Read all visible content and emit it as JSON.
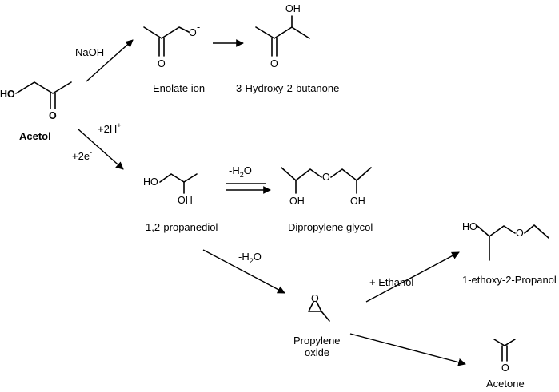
{
  "compounds": {
    "acetol": {
      "name": "Acetol",
      "ho": "HO",
      "o": "O"
    },
    "enolate": {
      "name": "Enolate ion",
      "o": "O",
      "o_minus": "O",
      "charge": "-"
    },
    "hydroxybutanone": {
      "name": "3-Hydroxy-2-butanone",
      "oh": "OH",
      "o": "O"
    },
    "propanediol": {
      "name": "1,2-propanediol",
      "ho": "HO",
      "oh": "OH"
    },
    "dipropylene": {
      "name": "Dipropylene glycol",
      "oh1": "OH",
      "o": "O",
      "oh2": "OH"
    },
    "propylene_oxide": {
      "name_line1": "Propylene",
      "name_line2": "oxide",
      "o": "O"
    },
    "ethoxypropanol": {
      "name": "1-ethoxy-2-Propanol",
      "ho": "HO",
      "o": "O"
    },
    "acetone": {
      "name": "Acetone",
      "o": "O"
    }
  },
  "reagents": {
    "naoh": "NaOH",
    "h_base": "+2H",
    "h_sup": "+",
    "e_base": "+2e",
    "e_sup": "-",
    "water1_pre": "-H",
    "water1_sub": "2",
    "water1_post": "O",
    "water2_pre": "-H",
    "water2_sub": "2",
    "water2_post": "O",
    "ethanol": "+ Ethanol"
  }
}
